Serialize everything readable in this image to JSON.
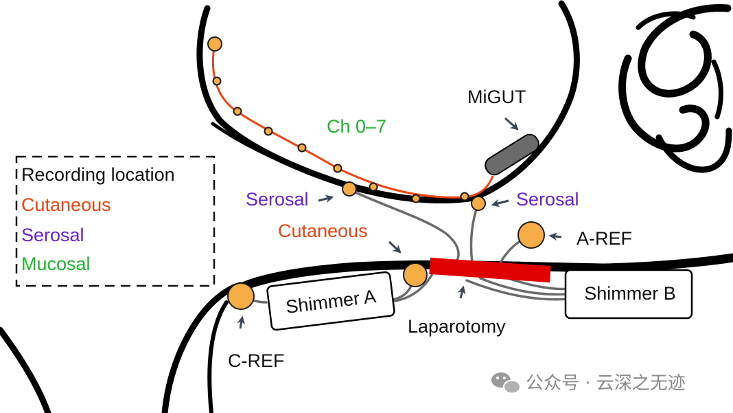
{
  "colors": {
    "cutaneous": "#ee4410",
    "serosal": "#6a1fd0",
    "mucosal": "#19b82a",
    "electrode": "#f7ad45",
    "electrode_stroke": "#1a1a1a",
    "incision": "#e00000",
    "device": "#6b6b6b",
    "arrow": "#3a4756",
    "outline": "#000000"
  },
  "legend": {
    "title": "Recording location",
    "items": [
      {
        "label": "Cutaneous",
        "color": "#ee4410"
      },
      {
        "label": "Serosal",
        "color": "#6a1fd0"
      },
      {
        "label": "Mucosal",
        "color": "#19b82a"
      }
    ]
  },
  "labels": {
    "migut": "MiGUT",
    "channels": "Ch 0–7",
    "serosal_left": "Serosal",
    "serosal_right": "Serosal",
    "cutaneous": "Cutaneous",
    "a_ref": "A-REF",
    "c_ref": "C-REF",
    "laparotomy": "Laparotomy",
    "shimmer_a": "Shimmer A",
    "shimmer_b": "Shimmer B"
  },
  "watermark": {
    "icon": "wechat-icon",
    "text": "公众号 · 云深之无迹"
  }
}
